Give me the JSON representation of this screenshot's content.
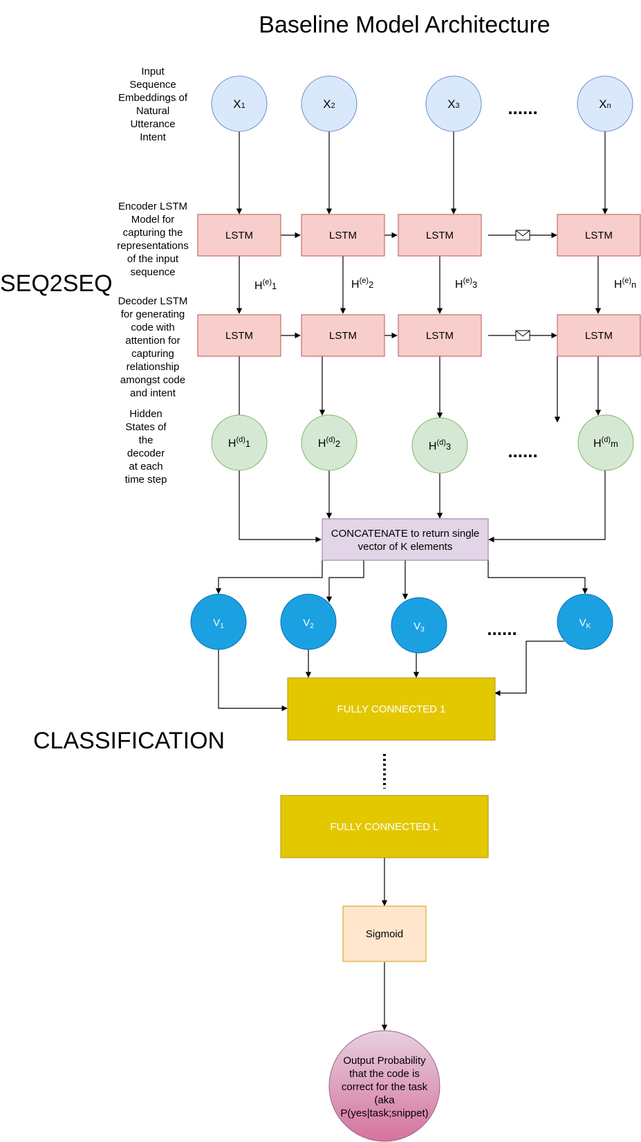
{
  "title": "Baseline Model Architecture",
  "section_labels": {
    "seq2seq": "SEQ2SEQ",
    "classification": "CLASSIFICATION"
  },
  "row_descriptions": {
    "input": [
      "Input",
      "Sequence",
      "Embeddings of",
      "Natural",
      "Utterance",
      "Intent"
    ],
    "encoder": [
      "Encoder LSTM",
      "Model for",
      "capturing the",
      "representations",
      "of the input",
      "sequence"
    ],
    "decoder": [
      "Decoder LSTM",
      "for generating",
      "code with",
      "attention for",
      "capturing",
      "relationship",
      "amongst code",
      "and intent"
    ],
    "hidden": [
      "Hidden",
      "States of",
      "the",
      "decoder",
      "at each",
      "time step"
    ]
  },
  "inputs": [
    {
      "base": "X",
      "sub": "1"
    },
    {
      "base": "X",
      "sub": "2"
    },
    {
      "base": "X",
      "sub": "3"
    },
    {
      "base": "X",
      "sub": "n"
    }
  ],
  "lstm_label": "LSTM",
  "encoder_states": [
    {
      "base": "H",
      "sup": "(e)",
      "sub": "1"
    },
    {
      "base": "H",
      "sup": "(e)",
      "sub": "2"
    },
    {
      "base": "H",
      "sup": "(e)",
      "sub": "3"
    },
    {
      "base": "H",
      "sup": "(e)",
      "sub": "n"
    }
  ],
  "decoder_states": [
    {
      "base": "H",
      "sup": "(d)",
      "sub": "1"
    },
    {
      "base": "H",
      "sup": "(d)",
      "sub": "2"
    },
    {
      "base": "H",
      "sup": "(d)",
      "sub": "3"
    },
    {
      "base": "H",
      "sup": "(d)",
      "sub": "m"
    }
  ],
  "ellipsis": "......",
  "concat_label": [
    "CONCATENATE to return single",
    "vector of K elements"
  ],
  "vectors": [
    {
      "base": "V",
      "sub": "1"
    },
    {
      "base": "V",
      "sub": "2"
    },
    {
      "base": "V",
      "sub": "3"
    },
    {
      "base": "V",
      "sub": "K"
    }
  ],
  "fc1_label": "FULLY CONNECTED 1",
  "fcl_label": "FULLY CONNECTED L",
  "sigmoid_label": "Sigmoid",
  "output_label": [
    "Output Probability",
    "that the code is",
    "correct for the task",
    "(aka",
    "P(yes|task;snippet)"
  ],
  "colors": {
    "input_fill": "#dae8fc",
    "input_stroke": "#6c8ebf",
    "lstm_fill": "#f8cecc",
    "lstm_stroke": "#b85450",
    "hidden_fill": "#d5e8d4",
    "hidden_stroke": "#82b366",
    "concat_fill": "#e1d5e7",
    "concat_stroke": "#9673a6",
    "vector_fill": "#1ba1e2",
    "vector_stroke": "#006eaf",
    "fc_fill": "#e3c800",
    "fc_stroke": "#b09500",
    "sigmoid_fill": "#ffe6cc",
    "sigmoid_stroke": "#d79b00",
    "output_fill_top": "#e6d0de",
    "output_fill_bottom": "#d5739d",
    "output_stroke": "#996185"
  }
}
